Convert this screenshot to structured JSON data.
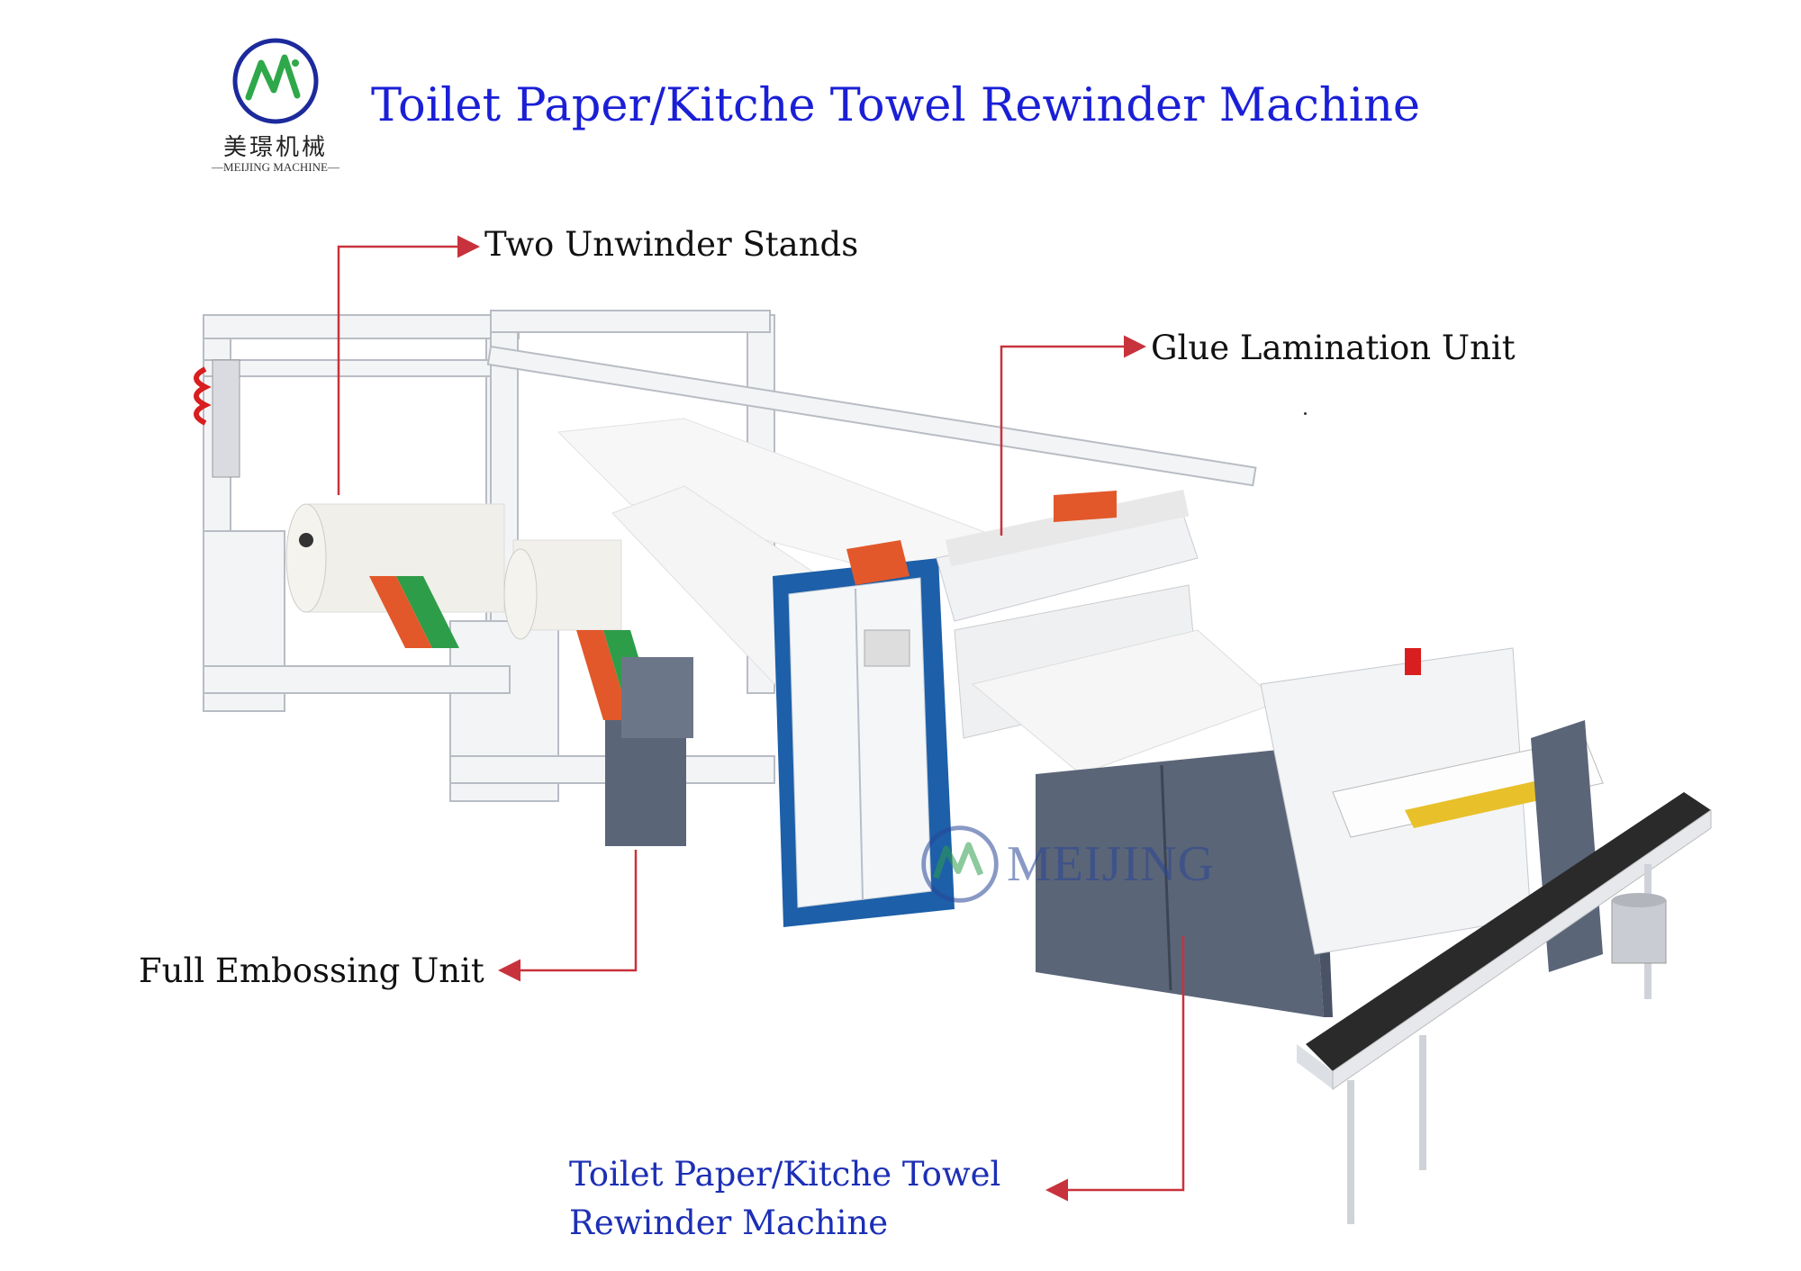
{
  "logo": {
    "chinese_name": "美璟机械",
    "english_name": "—MEIJING MACHINE—"
  },
  "title": "Toilet Paper/Kitche Towel Rewinder Machine",
  "callouts": {
    "unwinder": "Two Unwinder Stands",
    "glue": "Glue Lamination Unit",
    "emboss": "Full Embossing Unit",
    "rewinder_line1": "Toilet Paper/Kitche Towel",
    "rewinder_line2": "Rewinder Machine"
  },
  "watermark": "MEIJING",
  "colors": {
    "title": "#1a1fd6",
    "callout_line": "#c8323c",
    "cabinet": "#5b6578",
    "panel_blue": "#1d5fa8",
    "accent_orange": "#e2582a",
    "accent_green": "#2e9d4a",
    "conveyor": "#2a2a2a"
  }
}
